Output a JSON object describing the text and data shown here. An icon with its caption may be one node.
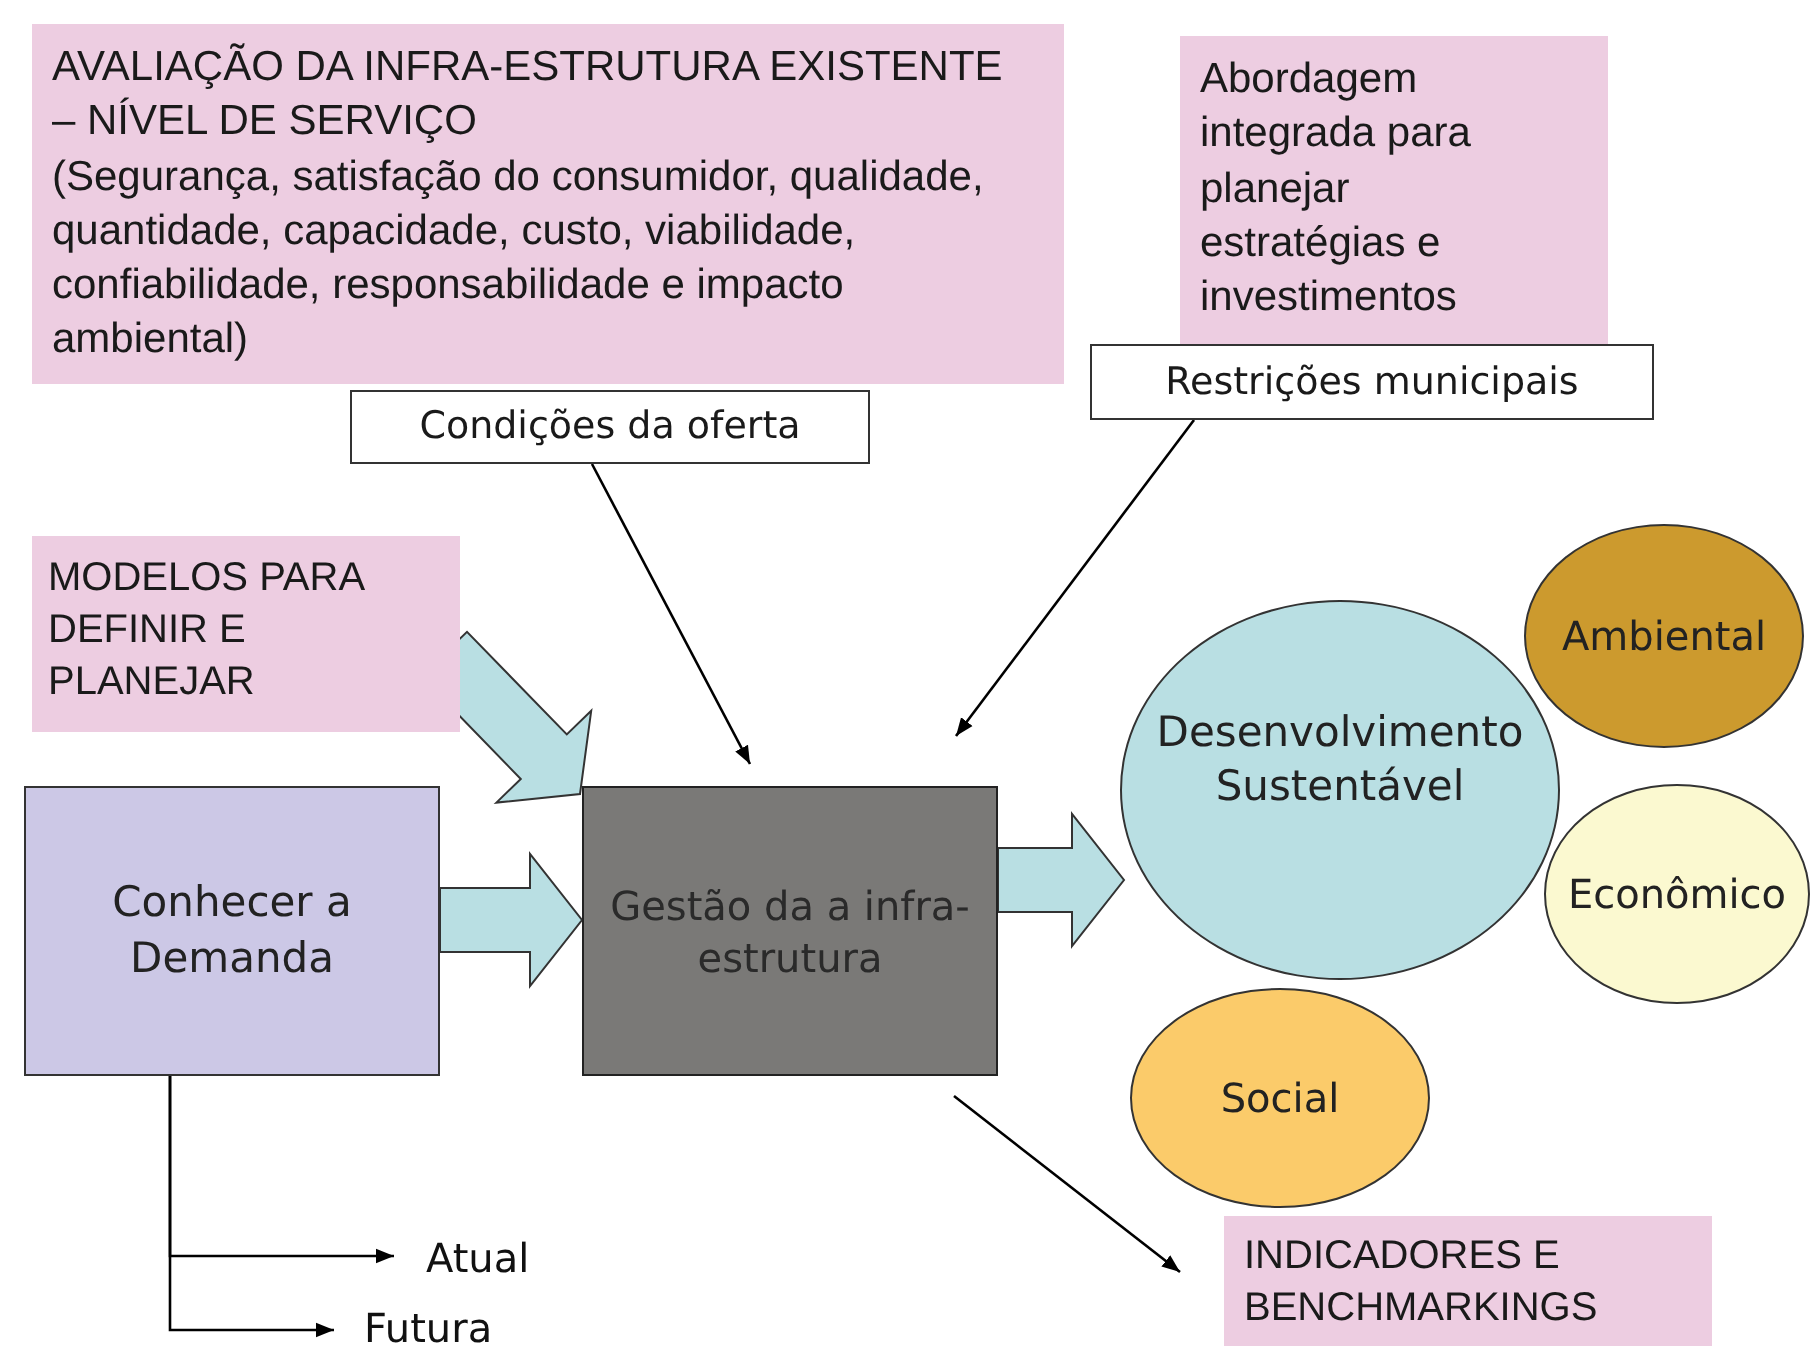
{
  "diagram": {
    "nodes": [
      {
        "text": [
          "AVALIAÇÃO DA INFRA-ESTRUTURA EXISTENTE – NÍVEL DE SERVIÇO",
          "(Segurança, satisfação do consumidor, qualidade, quantidade, capacidade, custo, viabilidade, confiabilidade, responsabilidade e impacto ambiental)"
        ]
      },
      {
        "text": [
          "Condições da oferta"
        ]
      },
      {
        "text": [
          "Abordagem integrada para planejar estratégias e investimentos"
        ]
      },
      {
        "text": [
          "Restrições municipais"
        ]
      },
      {
        "text": [
          "MODELOS PARA DEFINIR E PLANEJAR"
        ]
      },
      {
        "text": [
          "Conhecer a Demanda"
        ]
      },
      {
        "text": [
          "Gestão da a infra-estrutura"
        ]
      },
      {
        "text": [
          "Desenvolvimento Sustentável"
        ]
      },
      {
        "text": [
          "Ambiental"
        ]
      },
      {
        "text": [
          "Econômico"
        ]
      },
      {
        "text": [
          "Social"
        ]
      },
      {
        "text": [
          "Atual"
        ]
      },
      {
        "text": [
          "Futura"
        ]
      },
      {
        "text": [
          "INDICADORES E BENCHMARKINGS"
        ]
      }
    ],
    "edges": [
      {
        "from": 1,
        "to": 6,
        "arrow": "to"
      },
      {
        "from": 3,
        "to": 6,
        "arrow": "to"
      },
      {
        "from": 4,
        "to": 6,
        "arrow": "to",
        "style": "thick",
        "color": "#b9dfe3"
      },
      {
        "from": 5,
        "to": 6,
        "arrow": "to",
        "style": "thick",
        "color": "#b9dfe3"
      },
      {
        "from": 6,
        "to": 7,
        "arrow": "to",
        "style": "thick",
        "color": "#b9dfe3"
      },
      {
        "from": 5,
        "to": 11,
        "arrow": "to"
      },
      {
        "from": 5,
        "to": 12,
        "arrow": "to"
      },
      {
        "from": 6,
        "to": 13,
        "arrow": "to"
      }
    ]
  }
}
